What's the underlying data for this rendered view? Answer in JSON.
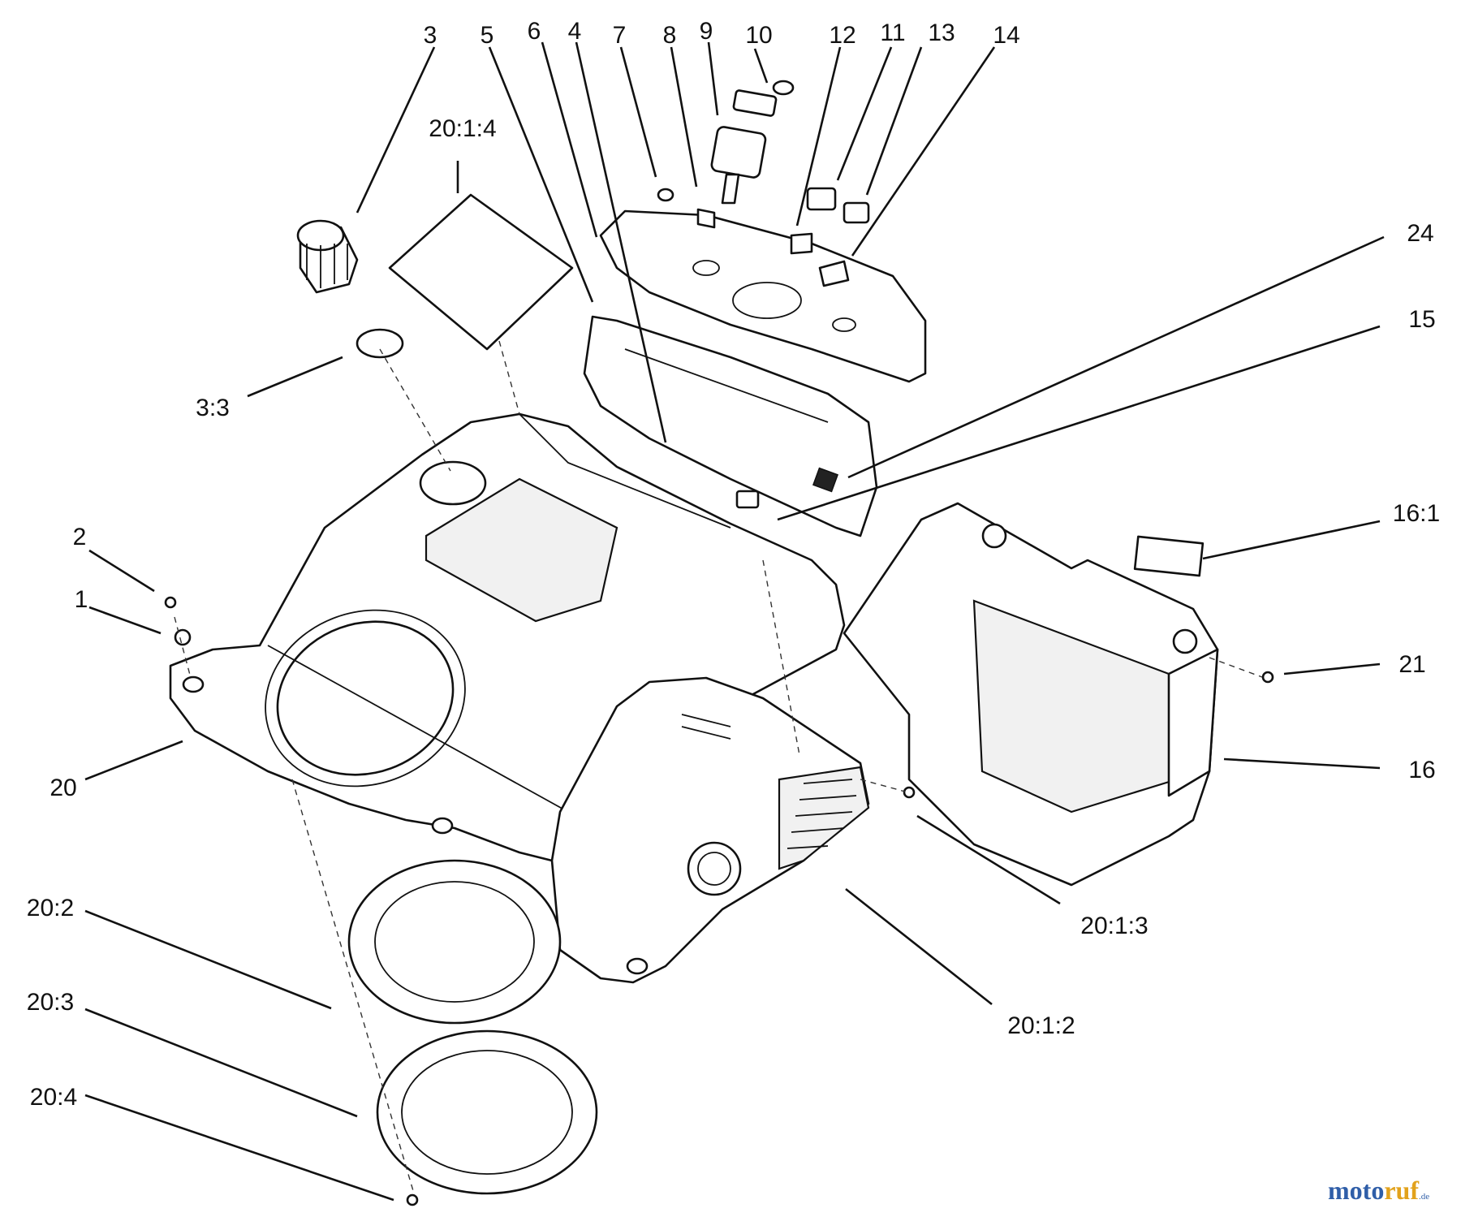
{
  "callouts": {
    "c3": "3",
    "c5": "5",
    "c6": "6",
    "c4": "4",
    "c7": "7",
    "c8": "8",
    "c9": "9",
    "c10": "10",
    "c12": "12",
    "c11": "11",
    "c13": "13",
    "c14": "14",
    "c24": "24",
    "c15": "15",
    "c20_1_4": "20:1:4",
    "c3_3": "3:3",
    "c2": "2",
    "c1": "1",
    "c20": "20",
    "c16_1": "16:1",
    "c21": "21",
    "c16": "16",
    "c20_1_3": "20:1:3",
    "c20_1_2": "20:1:2",
    "c20_2": "20:2",
    "c20_3": "20:3",
    "c20_4": "20:4"
  },
  "watermark": {
    "part1": "moto",
    "part2": "ruf",
    "part3": ".de"
  }
}
